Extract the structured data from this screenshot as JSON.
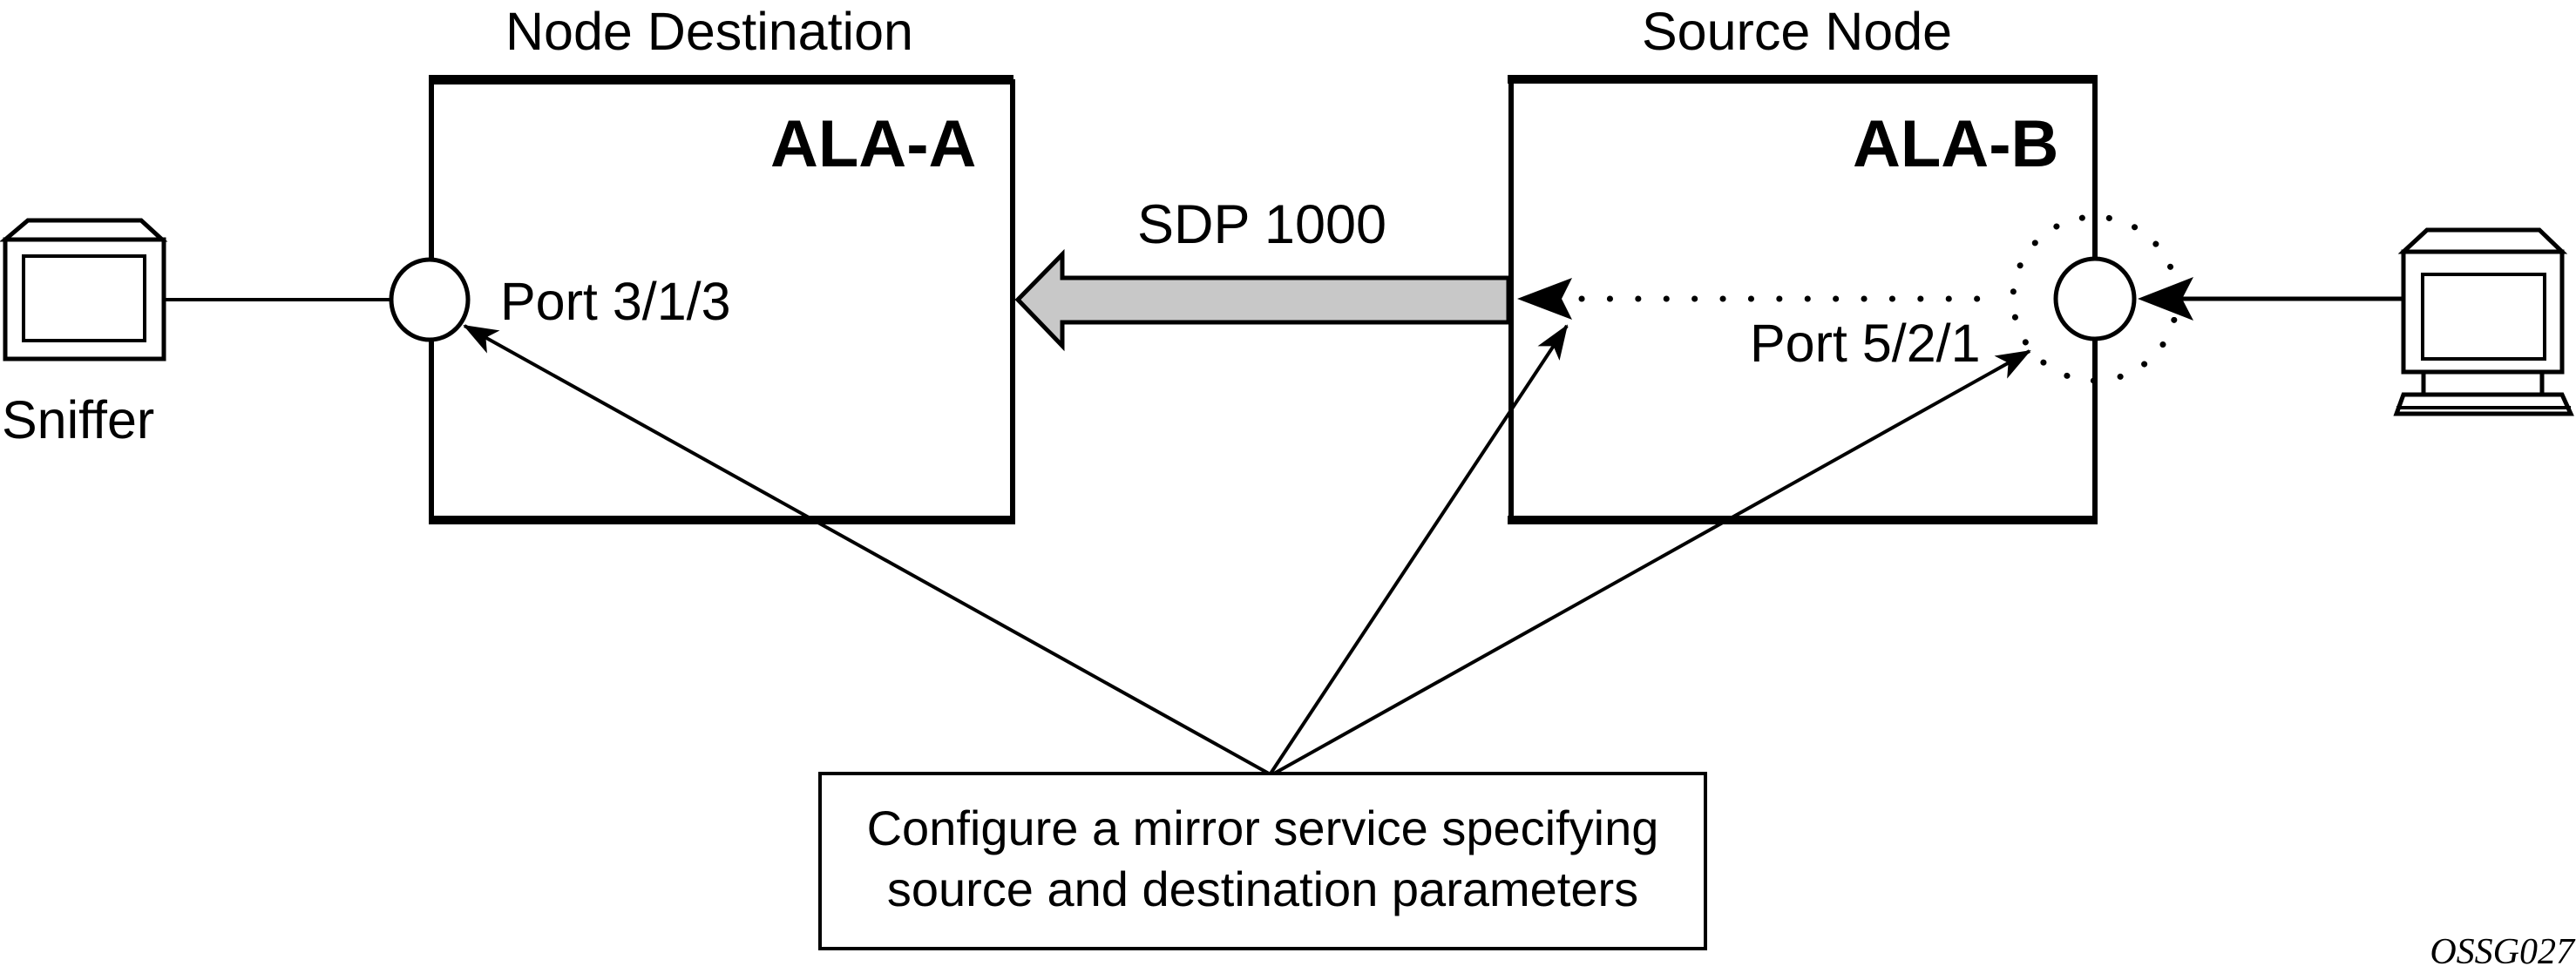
{
  "diagram": {
    "nodes": {
      "destination": {
        "heading": "Node Destination",
        "name": "ALA-A",
        "port_label": "Port 3/1/3"
      },
      "source": {
        "heading": "Source Node",
        "name": "ALA-B",
        "port_label": "Port 5/2/1"
      }
    },
    "sniffer_label": "Sniffer",
    "sdp_label": "SDP 1000",
    "callout": {
      "line1": "Configure a mirror service specifying",
      "line2": "source and destination parameters"
    },
    "figure_id": "OSSG027",
    "colors": {
      "line": "#000000",
      "sdp_arrow_fill": "#c8c8c8",
      "background": "#ffffff"
    }
  }
}
